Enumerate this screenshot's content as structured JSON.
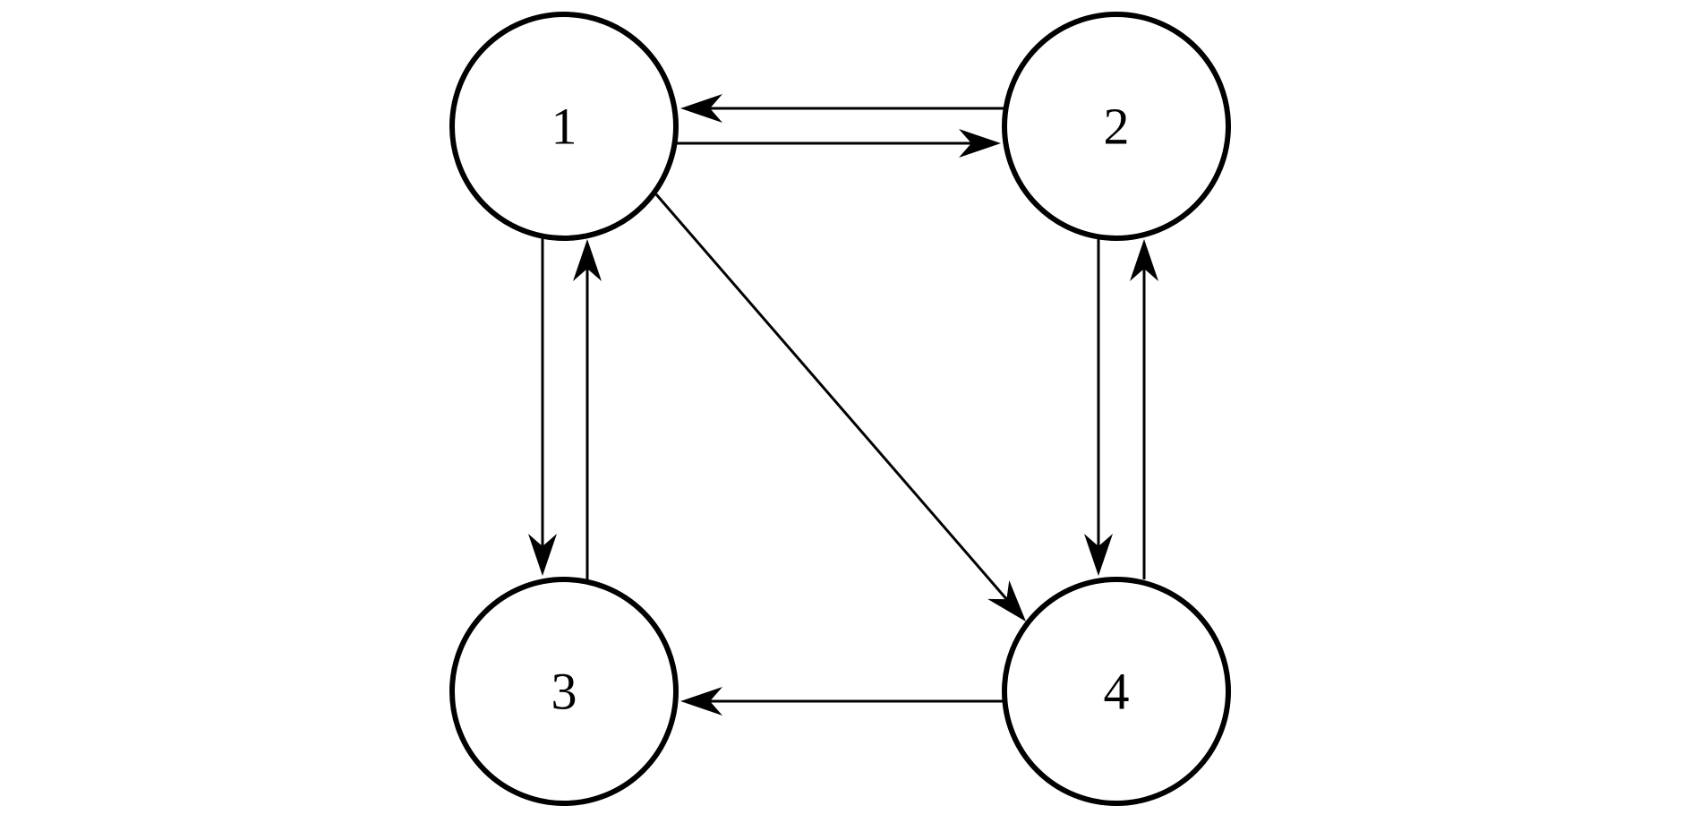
{
  "diagram": {
    "type": "directed-graph",
    "line_color": "#000000",
    "node_fill": "#ffffff",
    "nodes": [
      {
        "id": "1",
        "label": "1"
      },
      {
        "id": "2",
        "label": "2"
      },
      {
        "id": "3",
        "label": "3"
      },
      {
        "id": "4",
        "label": "4"
      }
    ],
    "edges": [
      {
        "from": "1",
        "to": "2"
      },
      {
        "from": "2",
        "to": "1"
      },
      {
        "from": "1",
        "to": "3"
      },
      {
        "from": "3",
        "to": "1"
      },
      {
        "from": "1",
        "to": "4"
      },
      {
        "from": "2",
        "to": "4"
      },
      {
        "from": "4",
        "to": "2"
      },
      {
        "from": "4",
        "to": "3"
      }
    ]
  }
}
